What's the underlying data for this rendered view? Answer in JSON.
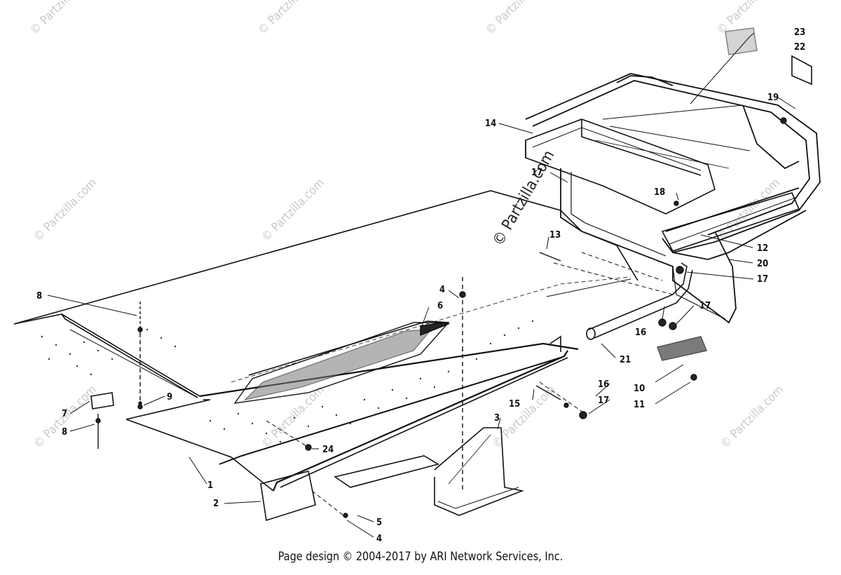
{
  "callouts": {
    "c1": "1",
    "c2": "2",
    "c3": "3",
    "c4a": "4",
    "c4b": "4",
    "c5": "5",
    "c6": "6",
    "c7": "7",
    "c8a": "8",
    "c8b": "8",
    "c9": "9",
    "c10": "10",
    "c11": "11",
    "c12": "12",
    "c13": "13",
    "c14": "14",
    "c15": "15",
    "c16a": "16",
    "c16b": "16",
    "c17a": "17",
    "c17b": "17",
    "c17c": "17",
    "c17d": "17",
    "c18": "18",
    "c19": "19",
    "c20": "20",
    "c21": "21",
    "c22": "22",
    "c23": "23",
    "c24": "24"
  },
  "watermark": "© Partzilla.com",
  "watermark_big": "© Partzilla.com",
  "footer": "Page design © 2004-2017 by ARI Network Services, Inc."
}
